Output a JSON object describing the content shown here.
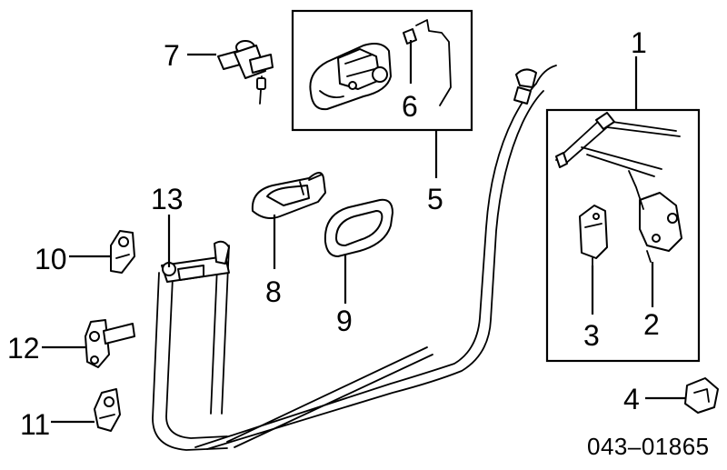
{
  "diagram": {
    "callouts": {
      "c1": "1",
      "c2": "2",
      "c3": "3",
      "c4": "4",
      "c5": "5",
      "c6": "6",
      "c7": "7",
      "c8": "8",
      "c9": "9",
      "c10": "10",
      "c11": "11",
      "c12": "12",
      "c13": "13"
    },
    "catalog_code": "043–01865",
    "colors": {
      "line": "#000000",
      "background": "#ffffff"
    }
  }
}
